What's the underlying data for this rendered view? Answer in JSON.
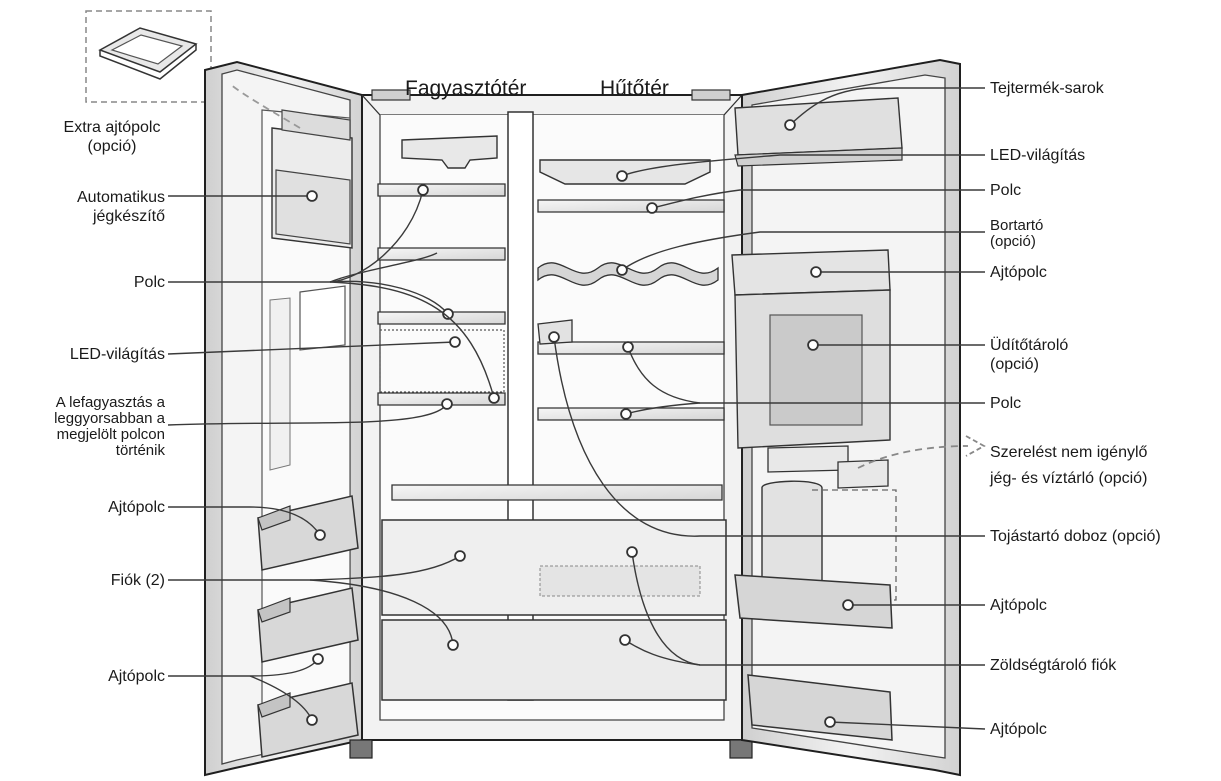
{
  "compartments": {
    "freezer": "Fagyasztótér",
    "fridge": "Hűtőtér"
  },
  "left_labels": {
    "extra_door_shelf": [
      "Extra ajtópolc",
      "(opció)"
    ],
    "ice_maker": [
      "Automatikus",
      "jégkészítő"
    ],
    "shelf": "Polc",
    "led": "LED-világítás",
    "fast_freeze": [
      "A lefagyasztás a",
      "leggyorsabban a",
      "megjelölt polcon",
      "történik"
    ],
    "door_shelf_1": "Ajtópolc",
    "drawers": "Fiók (2)",
    "door_shelf_2": "Ajtópolc"
  },
  "right_labels": {
    "dairy": "Tejtermék-sarok",
    "led": "LED-világítás",
    "shelf_1": "Polc",
    "wine_rack": [
      "Bortartó",
      "(opció)"
    ],
    "door_shelf_1": "Ajtópolc",
    "can_holder": [
      "Üdítőtároló",
      "(opció)"
    ],
    "shelf_2": "Polc",
    "ice_water_tank": [
      "Szerelést nem igénylő",
      "jég- és víztárló (opció)"
    ],
    "egg_box": "Tojástartó doboz (opció)",
    "door_shelf_2": "Ajtópolc",
    "vegetable_drawer": "Zöldségtároló fiók",
    "door_shelf_3": "Ajtópolc"
  },
  "colors": {
    "line": "#3a3a3a",
    "outline": "#1f1f1f",
    "fill_light": "#efefef",
    "fill_mid": "#dcdcdc",
    "fill_dark": "#bdbdbd"
  }
}
